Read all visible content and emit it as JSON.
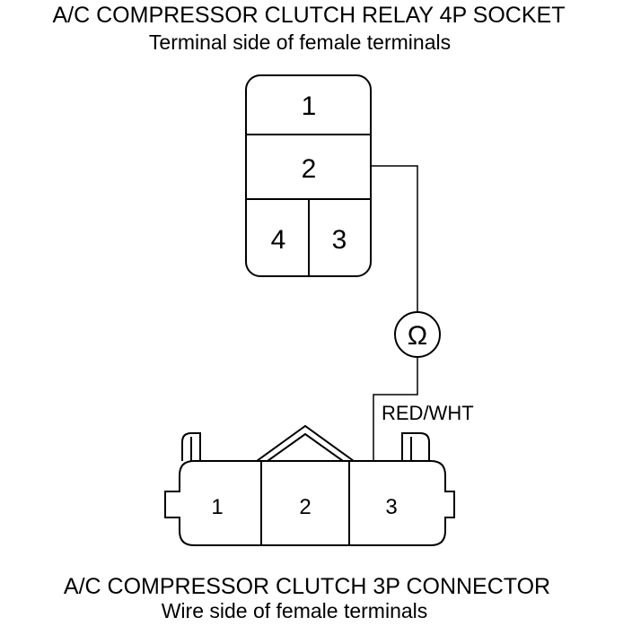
{
  "relay_socket": {
    "title": "A/C COMPRESSOR CLUTCH RELAY 4P SOCKET",
    "subtitle": "Terminal side of female terminals",
    "terminals": [
      "1",
      "2",
      "4",
      "3"
    ]
  },
  "connector": {
    "title": "A/C COMPRESSOR CLUTCH 3P CONNECTOR",
    "subtitle": "Wire side of female terminals",
    "terminals": [
      "1",
      "2",
      "3"
    ]
  },
  "meter": {
    "symbol": "Ω"
  },
  "wire": {
    "color_label": "RED/WHT"
  }
}
